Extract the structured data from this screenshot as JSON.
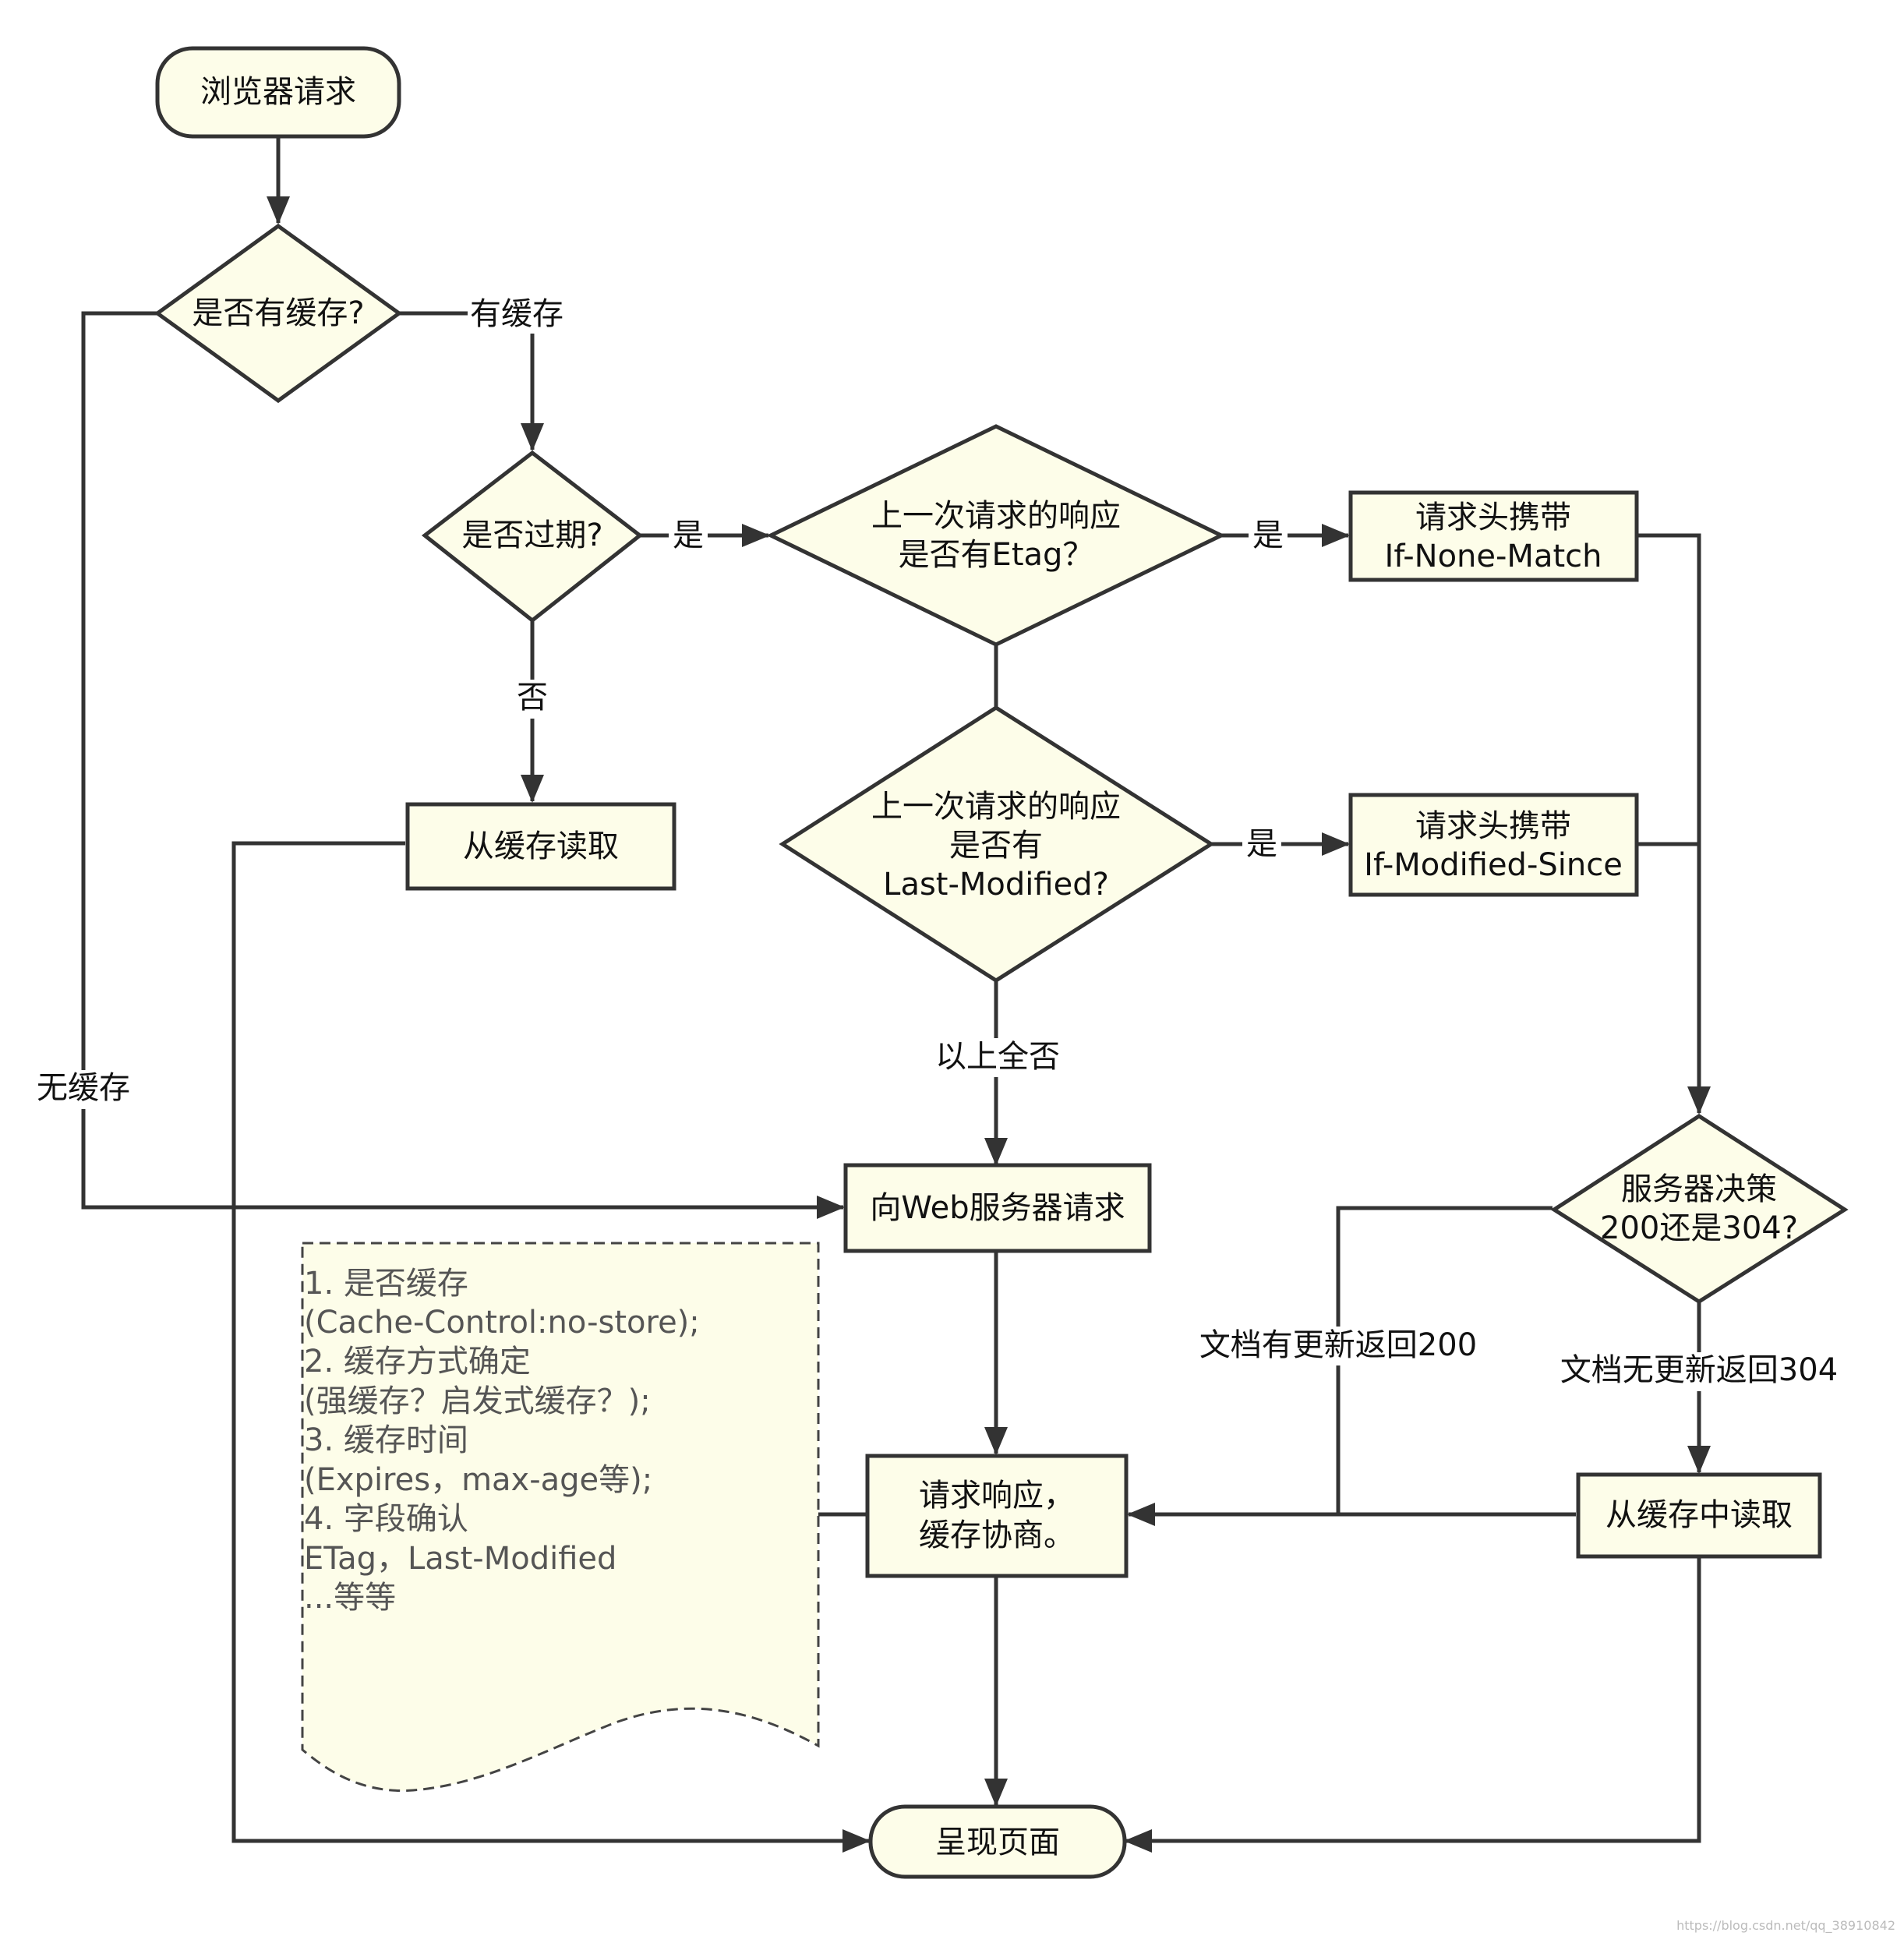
{
  "nodes": {
    "browser_request": "浏览器请求",
    "has_cache": "是否有缓存?",
    "is_expired": "是否过期?",
    "has_etag": [
      "上一次请求的响应",
      "是否有Etag？"
    ],
    "header_if_none_match": [
      "请求头携带",
      "If-None-Match"
    ],
    "read_from_cache": "从缓存读取",
    "has_last_modified": [
      "上一次请求的响应",
      "是否有",
      "Last-Modified?"
    ],
    "header_if_modified_since": [
      "请求头携带",
      "If-Modified-Since"
    ],
    "request_web_server": "向Web服务器请求",
    "server_decision": [
      "服务器决策",
      "200还是304?"
    ],
    "response_negotiation": [
      "请求响应，",
      "缓存协商。"
    ],
    "read_from_cache_middle": "从缓存中读取",
    "render_page": "呈现页面"
  },
  "edge_labels": {
    "has_cache_yes": "有缓存",
    "no_cache": "无缓存",
    "expired_yes": "是",
    "expired_no": "否",
    "etag_yes": "是",
    "last_modified_yes": "是",
    "all_no": "以上全否",
    "updated_200": "文档有更新返回200",
    "not_updated_304": "文档无更新返回304"
  },
  "note": {
    "lines": [
      "1. 是否缓存",
      "(Cache-Control:no-store);",
      "2. 缓存方式确定",
      "(强缓存？启发式缓存？);",
      "3. 缓存时间",
      "(Expires，max-age等);",
      "4. 字段确认",
      "ETag，Last-Modified",
      "...等等"
    ]
  },
  "watermark": "https://blog.csdn.net/qq_38910842"
}
